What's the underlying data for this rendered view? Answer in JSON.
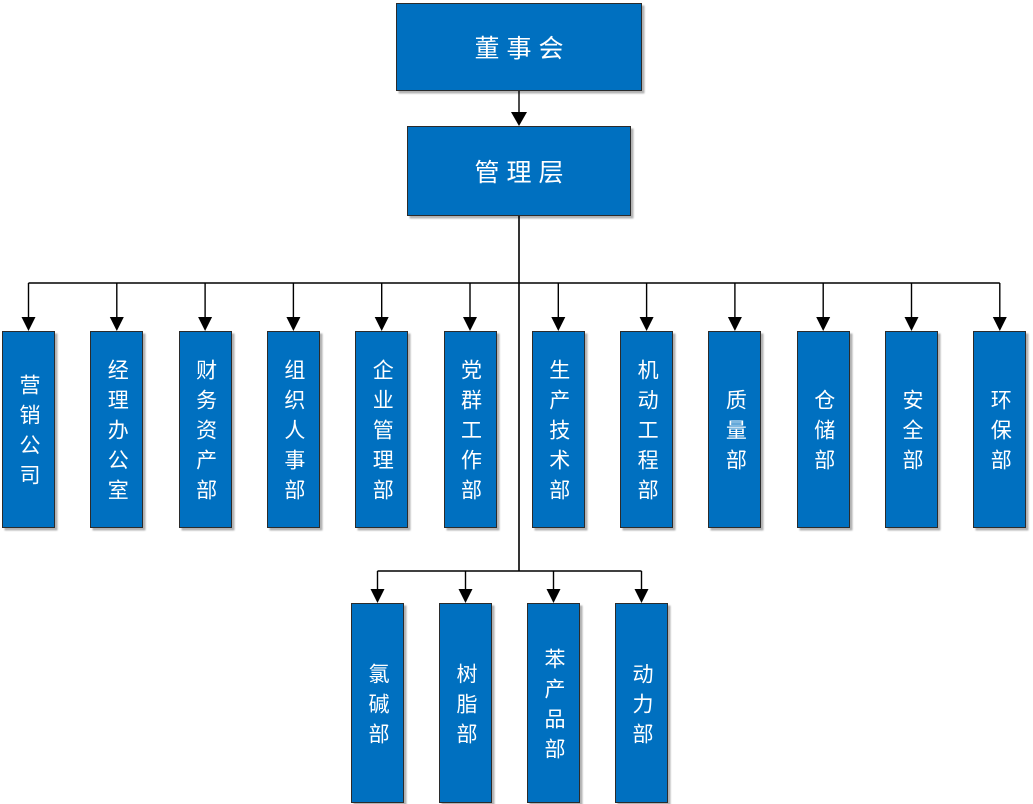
{
  "colors": {
    "box_fill": "#0070C0",
    "box_border": "#2b2b2b",
    "connector": "#000000",
    "text": "#FFFFFF",
    "background": "#FFFFFF"
  },
  "chart_data": {
    "type": "org-chart",
    "title": "",
    "root": {
      "label": "董事会"
    },
    "management": {
      "label": "管理层"
    },
    "departments": [
      {
        "label": "营销公司"
      },
      {
        "label": "经理办公室"
      },
      {
        "label": "财务资产部"
      },
      {
        "label": "组织人事部"
      },
      {
        "label": "企业管理部"
      },
      {
        "label": "党群工作部"
      },
      {
        "label": "生产技术部"
      },
      {
        "label": "机动工程部"
      },
      {
        "label": "质量部"
      },
      {
        "label": "仓储部"
      },
      {
        "label": "安全部"
      },
      {
        "label": "环保部"
      }
    ],
    "sub_departments": [
      {
        "label": "氯碱部"
      },
      {
        "label": "树脂部"
      },
      {
        "label": "苯产品部"
      },
      {
        "label": "动力部"
      }
    ],
    "hierarchy_note": "root -> management -> 12 departments; management -> 4 sub_departments (production units)"
  }
}
